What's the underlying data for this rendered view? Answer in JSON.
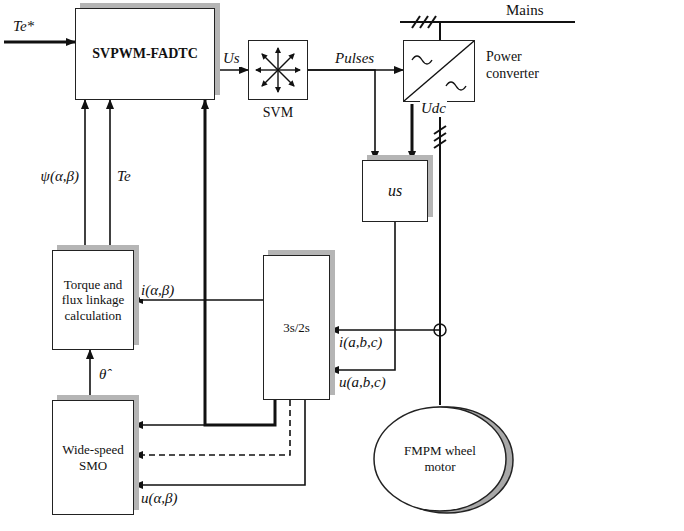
{
  "diagram": {
    "nodes": [
      {
        "text": [
          "SVPWM-FADTC"
        ]
      },
      {
        "text": [
          "SVM"
        ]
      },
      {
        "text": [
          "Power converter"
        ]
      },
      {
        "text": [
          "us"
        ]
      },
      {
        "text": [
          "Torque and flux linkage calculation"
        ]
      },
      {
        "text": [
          "3s/2s"
        ]
      },
      {
        "text": [
          "Wide-speed SMO"
        ]
      },
      {
        "text": [
          "FMPM wheel motor"
        ]
      }
    ],
    "edges": [
      {
        "from": 0,
        "to": 1,
        "arrow": "to",
        "label": "Us"
      },
      {
        "from": 1,
        "to": 2,
        "arrow": "to",
        "label": "Pulses"
      },
      {
        "from": 1,
        "to": 3,
        "arrow": "to"
      },
      {
        "from": 2,
        "to": 7,
        "arrow": "none"
      },
      {
        "from": 7,
        "to": 5,
        "arrow": "to",
        "label": "i(a,b,c)"
      },
      {
        "from": 3,
        "to": 5,
        "arrow": "to",
        "label": "u(a,b,c)"
      },
      {
        "from": 5,
        "to": 4,
        "arrow": "to",
        "label": "i(α,β)"
      },
      {
        "from": 4,
        "to": 0,
        "arrow": "to",
        "label": "ψ(α,β)"
      },
      {
        "from": 4,
        "to": 0,
        "arrow": "to",
        "label": "Te"
      },
      {
        "from": 6,
        "to": 4,
        "arrow": "to",
        "label": "θ̂"
      },
      {
        "from": 5,
        "to": 6,
        "arrow": "to"
      },
      {
        "from": 5,
        "to": 6,
        "arrow": "to"
      },
      {
        "from": 5,
        "to": 6,
        "arrow": "to",
        "label": "u(α,β)"
      },
      {
        "from": 5,
        "to": 0,
        "arrow": "to"
      }
    ],
    "labels": [
      "Te*",
      "Mains",
      "Udc"
    ]
  }
}
